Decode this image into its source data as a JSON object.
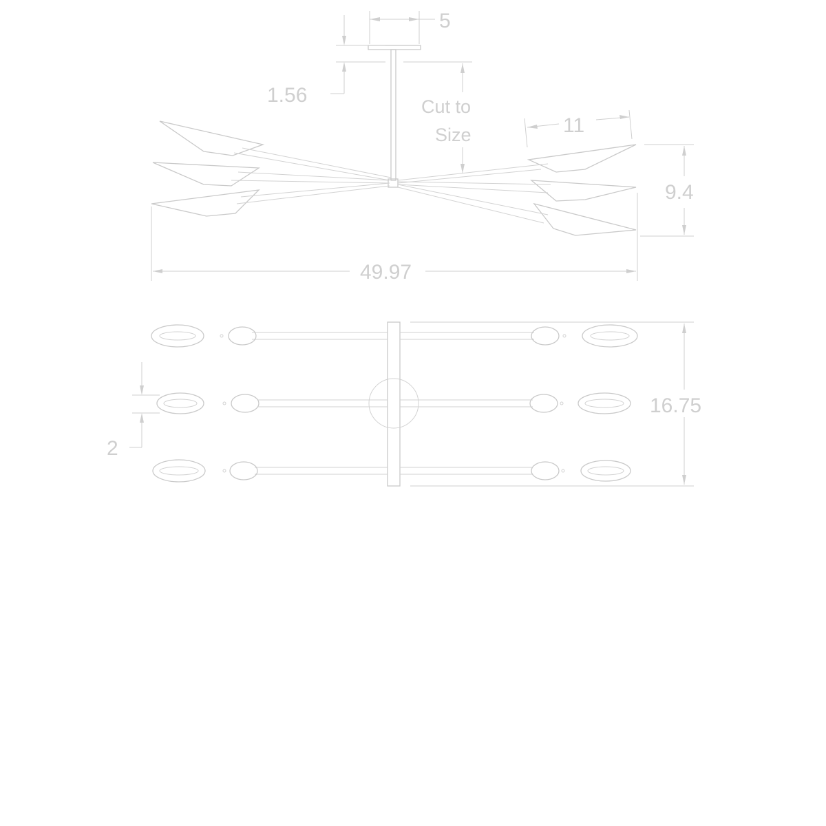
{
  "diagram": {
    "dimensions": {
      "mount_width": "5",
      "mount_height": "1.56",
      "downrod": "Cut to Size",
      "downrod_line1": "Cut to",
      "downrod_line2": "Size",
      "blade_length": "11",
      "blade_drop": "9.4",
      "overall_span": "49.97",
      "frame_depth": "16.75",
      "rod_spacing": "2"
    },
    "line_color": "#c9c9c9"
  }
}
